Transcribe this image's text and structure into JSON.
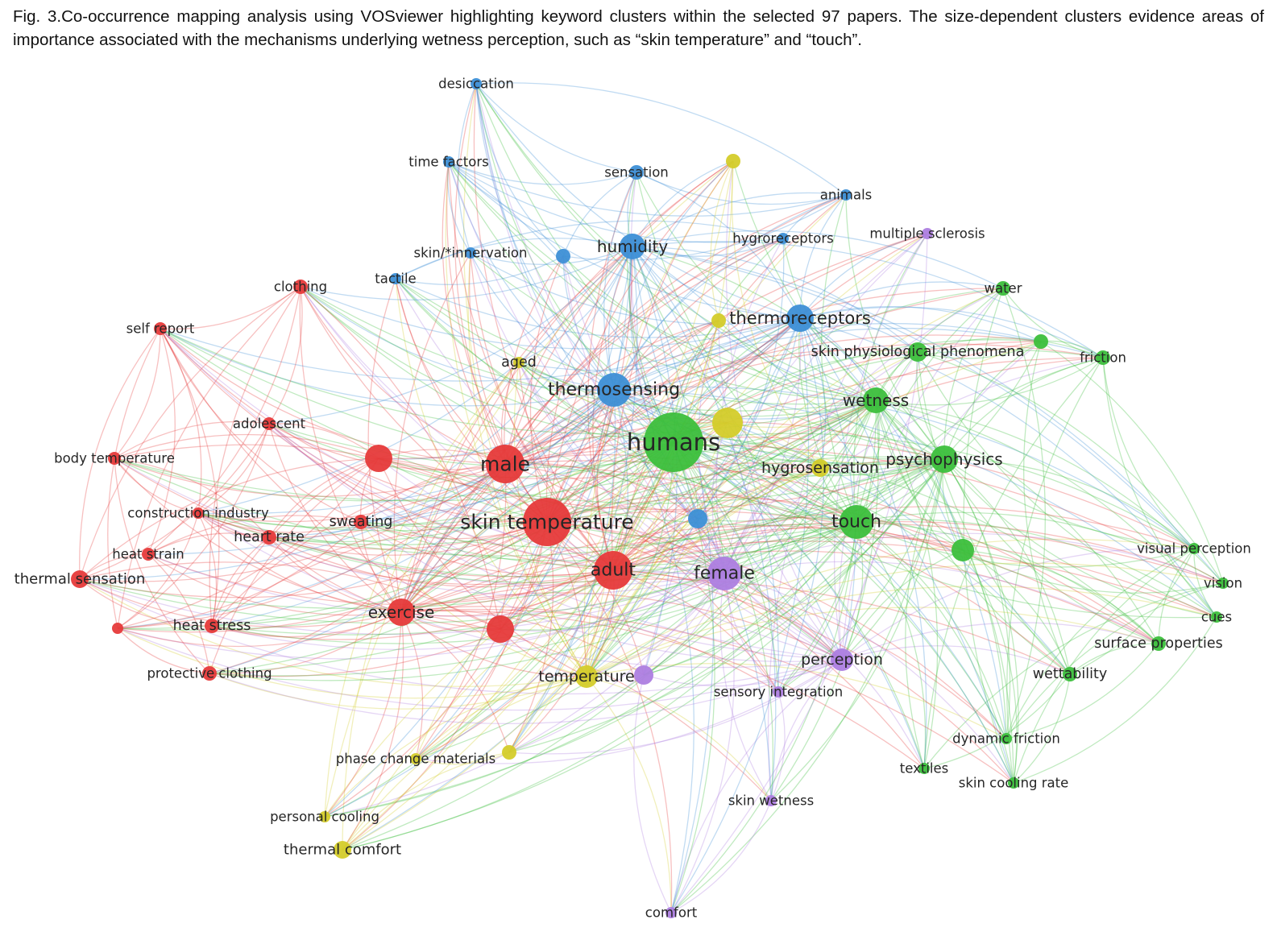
{
  "caption": "Fig. 3.Co-occurrence mapping analysis using VOSviewer highlighting keyword clusters within the selected 97 papers. The size-dependent clusters evidence areas of importance associated with the mechanisms underlying wetness perception, such as “skin temperature” and “touch”.",
  "colors": {
    "red": "#e63a3a",
    "green": "#3cbf3c",
    "blue": "#3d8fd6",
    "yellow": "#d4cc2a",
    "purple": "#ad7ee0"
  },
  "keywords": [
    {
      "id": "desiccation",
      "label": "desiccation",
      "cluster": "blue",
      "weight": 1
    },
    {
      "id": "time-factors",
      "label": "time factors",
      "cluster": "blue",
      "weight": 1
    },
    {
      "id": "sensation",
      "label": "sensation",
      "cluster": "blue",
      "weight": 1.5
    },
    {
      "id": "animals",
      "label": "animals",
      "cluster": "blue",
      "weight": 1
    },
    {
      "id": "skin-innervation",
      "label": "skin/*innervation",
      "cluster": "blue",
      "weight": 1
    },
    {
      "id": "humidity",
      "label": "humidity",
      "cluster": "blue",
      "weight": 3.5
    },
    {
      "id": "hygroreceptors",
      "label": "hygroreceptors",
      "cluster": "blue",
      "weight": 1
    },
    {
      "id": "tactile",
      "label": "tactile",
      "cluster": "blue",
      "weight": 1
    },
    {
      "id": "thermoreceptors",
      "label": "thermoreceptors",
      "cluster": "blue",
      "weight": 4
    },
    {
      "id": "thermosensing",
      "label": "thermosensing",
      "cluster": "blue",
      "weight": 5
    },
    {
      "id": "blue-unlabeled-1",
      "label": "",
      "cluster": "blue",
      "weight": 1.5
    },
    {
      "id": "blue-unlabeled-2",
      "label": "",
      "cluster": "blue",
      "weight": 2.5
    },
    {
      "id": "multiple-sclerosis",
      "label": "multiple sclerosis",
      "cluster": "purple",
      "weight": 1
    },
    {
      "id": "female",
      "label": "female",
      "cluster": "purple",
      "weight": 5
    },
    {
      "id": "perception",
      "label": "perception",
      "cluster": "purple",
      "weight": 3
    },
    {
      "id": "sensory-integration",
      "label": "sensory integration",
      "cluster": "purple",
      "weight": 1
    },
    {
      "id": "skin-wetness",
      "label": "skin wetness",
      "cluster": "purple",
      "weight": 1
    },
    {
      "id": "comfort",
      "label": "comfort",
      "cluster": "purple",
      "weight": 1
    },
    {
      "id": "purple-unlabeled-1",
      "label": "",
      "cluster": "purple",
      "weight": 2.5
    },
    {
      "id": "water",
      "label": "water",
      "cluster": "green",
      "weight": 1.5
    },
    {
      "id": "friction",
      "label": "friction",
      "cluster": "green",
      "weight": 1.5
    },
    {
      "id": "skin-physiological-phenomena",
      "label": "skin physiological phenomena",
      "cluster": "green",
      "weight": 2.5
    },
    {
      "id": "wetness",
      "label": "wetness",
      "cluster": "green",
      "weight": 3.5
    },
    {
      "id": "humans",
      "label": "humans",
      "cluster": "green",
      "weight": 10
    },
    {
      "id": "psychophysics",
      "label": "psychophysics",
      "cluster": "green",
      "weight": 4
    },
    {
      "id": "touch",
      "label": "touch",
      "cluster": "green",
      "weight": 5
    },
    {
      "id": "visual-perception",
      "label": "visual perception",
      "cluster": "green",
      "weight": 1
    },
    {
      "id": "vision",
      "label": "vision",
      "cluster": "green",
      "weight": 1
    },
    {
      "id": "cues",
      "label": "cues",
      "cluster": "green",
      "weight": 1
    },
    {
      "id": "surface-properties",
      "label": "surface properties",
      "cluster": "green",
      "weight": 1.5
    },
    {
      "id": "wettability",
      "label": "wettability",
      "cluster": "green",
      "weight": 1.5
    },
    {
      "id": "dynamic-friction",
      "label": "dynamic friction",
      "cluster": "green",
      "weight": 1
    },
    {
      "id": "textiles",
      "label": "textiles",
      "cluster": "green",
      "weight": 1
    },
    {
      "id": "skin-cooling-rate",
      "label": "skin cooling rate",
      "cluster": "green",
      "weight": 1
    },
    {
      "id": "green-unlabeled-1",
      "label": "",
      "cluster": "green",
      "weight": 1.5
    },
    {
      "id": "green-unlabeled-2",
      "label": "",
      "cluster": "green",
      "weight": 3
    },
    {
      "id": "aged",
      "label": "aged",
      "cluster": "yellow",
      "weight": 1
    },
    {
      "id": "hygrosensation",
      "label": "hygrosensation",
      "cluster": "yellow",
      "weight": 2
    },
    {
      "id": "temperature",
      "label": "temperature",
      "cluster": "yellow",
      "weight": 3
    },
    {
      "id": "phase-change-materials",
      "label": "phase change materials",
      "cluster": "yellow",
      "weight": 1
    },
    {
      "id": "personal-cooling",
      "label": "personal cooling",
      "cluster": "yellow",
      "weight": 1
    },
    {
      "id": "thermal-comfort",
      "label": "thermal comfort",
      "cluster": "yellow",
      "weight": 2
    },
    {
      "id": "yellow-unlabeled-1",
      "label": "",
      "cluster": "yellow",
      "weight": 1.5
    },
    {
      "id": "yellow-unlabeled-2",
      "label": "",
      "cluster": "yellow",
      "weight": 4.5
    },
    {
      "id": "yellow-unlabeled-3",
      "label": "",
      "cluster": "yellow",
      "weight": 1.5
    },
    {
      "id": "yellow-unlabeled-4",
      "label": "",
      "cluster": "yellow",
      "weight": 1.5
    },
    {
      "id": "clothing",
      "label": "clothing",
      "cluster": "red",
      "weight": 1.5
    },
    {
      "id": "self-report",
      "label": "self report",
      "cluster": "red",
      "weight": 1.2
    },
    {
      "id": "adolescent",
      "label": "adolescent",
      "cluster": "red",
      "weight": 1.2
    },
    {
      "id": "body-temperature",
      "label": "body temperature",
      "cluster": "red",
      "weight": 1.2
    },
    {
      "id": "male",
      "label": "male",
      "cluster": "red",
      "weight": 6
    },
    {
      "id": "construction-industry",
      "label": "construction industry",
      "cluster": "red",
      "weight": 1
    },
    {
      "id": "sweating",
      "label": "sweating",
      "cluster": "red",
      "weight": 1.5
    },
    {
      "id": "heart-rate",
      "label": "heart rate",
      "cluster": "red",
      "weight": 1.5
    },
    {
      "id": "heat-strain",
      "label": "heat strain",
      "cluster": "red",
      "weight": 1.2
    },
    {
      "id": "thermal-sensation",
      "label": "thermal sensation",
      "cluster": "red",
      "weight": 2
    },
    {
      "id": "skin-temperature",
      "label": "skin temperature",
      "cluster": "red",
      "weight": 8
    },
    {
      "id": "adult",
      "label": "adult",
      "cluster": "red",
      "weight": 6
    },
    {
      "id": "exercise",
      "label": "exercise",
      "cluster": "red",
      "weight": 4
    },
    {
      "id": "heat-stress",
      "label": "heat stress",
      "cluster": "red",
      "weight": 1.5
    },
    {
      "id": "protective-clothing",
      "label": "protective clothing",
      "cluster": "red",
      "weight": 1.5
    },
    {
      "id": "red-unlabeled-1",
      "label": "",
      "cluster": "red",
      "weight": 4
    },
    {
      "id": "red-unlabeled-2",
      "label": "",
      "cluster": "red",
      "weight": 4
    },
    {
      "id": "red-unlabeled-3",
      "label": "",
      "cluster": "red",
      "weight": 1
    }
  ]
}
